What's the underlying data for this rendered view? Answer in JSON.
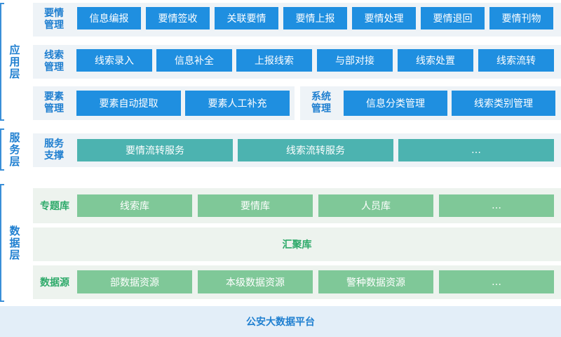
{
  "layers": {
    "app": "应用层",
    "service": "服务层",
    "data": "数据层"
  },
  "app": {
    "yaoqing": {
      "category": "要情\n管理",
      "items": [
        "信息编报",
        "要情签收",
        "关联要情",
        "要情上报",
        "要情处理",
        "要情退回",
        "要情刊物"
      ]
    },
    "xiansuo": {
      "category": "线索\n管理",
      "items": [
        "线索录入",
        "信息补全",
        "上报线索",
        "与部对接",
        "线索处置",
        "线索流转"
      ]
    },
    "yaosu": {
      "category": "要素\n管理",
      "items": [
        "要素自动提取",
        "要素人工补充"
      ]
    },
    "xitong": {
      "category": "系统\n管理",
      "items": [
        "信息分类管理",
        "线索类别管理"
      ]
    }
  },
  "service": {
    "category": "服务\n支撑",
    "items": [
      "要情流转服务",
      "线索流转服务",
      "…"
    ]
  },
  "data": {
    "topic": {
      "category": "专题库",
      "items": [
        "线索库",
        "要情库",
        "人员库",
        "…"
      ]
    },
    "pool": "汇聚库",
    "source": {
      "category": "数据源",
      "items": [
        "部数据资源",
        "本级数据资源",
        "警种数据资源",
        "…"
      ]
    }
  },
  "platform": "公安大数据平台",
  "colors": {
    "app_box": "#1f8fe0",
    "service_box": "#4cb3b0",
    "data_box": "#7fc898",
    "label_blue": "#1f7fd0",
    "label_green": "#2eaa6a"
  }
}
